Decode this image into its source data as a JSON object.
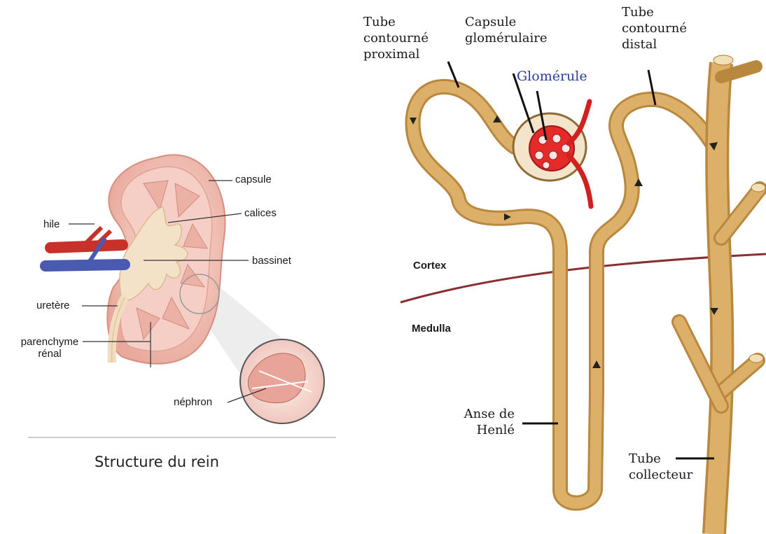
{
  "kidney": {
    "capsule": "capsule",
    "calices": "calices",
    "hile": "hile",
    "bassinet": "bassinet",
    "uretere": "uretère",
    "parenchyme_line1": "parenchyme",
    "parenchyme_line2": "rénal",
    "nephron": "néphron",
    "caption": "Structure du rein"
  },
  "nephron": {
    "tcp_line1": "Tube",
    "tcp_line2": "contourné",
    "tcp_line3": "proximal",
    "capsule_line1": "Capsule",
    "capsule_line2": "glomérulaire",
    "glomerule": "Glomérule",
    "tcd_line1": "Tube",
    "tcd_line2": "contourné",
    "tcd_line3": "distal",
    "cortex": "Cortex",
    "medulla": "Medulla",
    "anse_line1": "Anse de",
    "anse_line2": "Henlé",
    "collecteur_line1": "Tube",
    "collecteur_line2": "collecteur"
  },
  "colors": {
    "tube": "#d2a355",
    "tube_dark": "#a67b34",
    "glomerule_red": "#e52a2a",
    "boundary": "#8a2f2f",
    "kidney_pink": "#eeb4aa"
  }
}
